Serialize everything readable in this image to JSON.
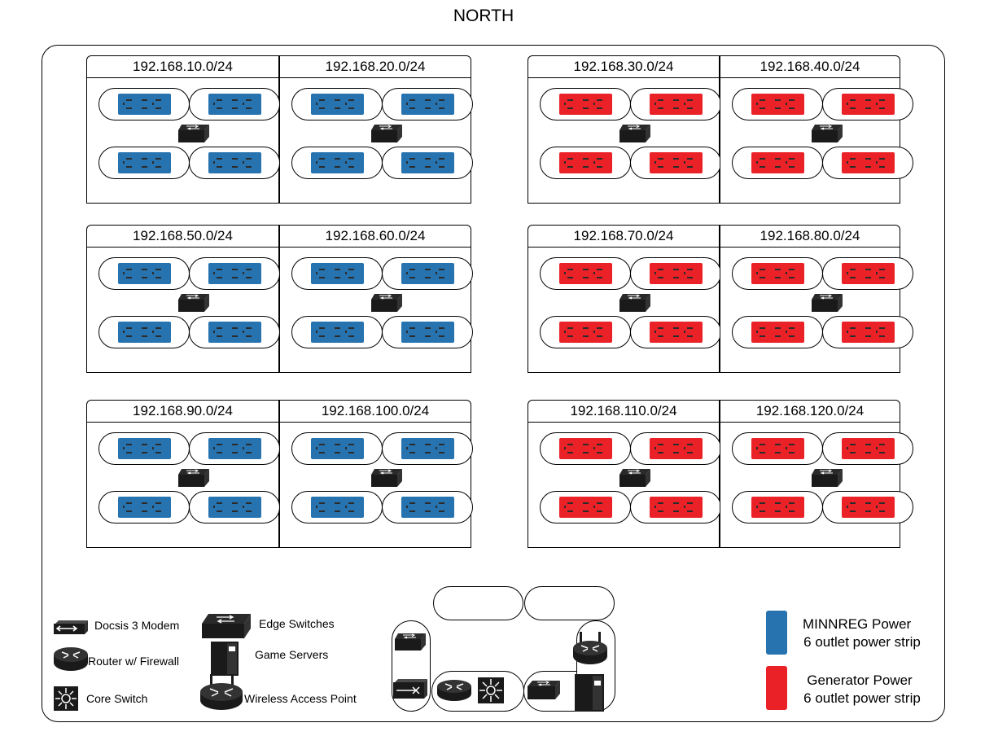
{
  "title": "NORTH",
  "colors": {
    "minnreg": "#2673b0",
    "generator": "#ea2227",
    "device": "#1a1a1a"
  },
  "tables": [
    {
      "label": "192.168.10.0/24",
      "power": "minnreg"
    },
    {
      "label": "192.168.20.0/24",
      "power": "minnreg"
    },
    {
      "label": "192.168.30.0/24",
      "power": "generator"
    },
    {
      "label": "192.168.40.0/24",
      "power": "generator"
    },
    {
      "label": "192.168.50.0/24",
      "power": "minnreg"
    },
    {
      "label": "192.168.60.0/24",
      "power": "minnreg"
    },
    {
      "label": "192.168.70.0/24",
      "power": "generator"
    },
    {
      "label": "192.168.80.0/24",
      "power": "generator"
    },
    {
      "label": "192.168.90.0/24",
      "power": "minnreg"
    },
    {
      "label": "192.168.100.0/24",
      "power": "minnreg"
    },
    {
      "label": "192.168.110.0/24",
      "power": "generator"
    },
    {
      "label": "192.168.120.0/24",
      "power": "generator"
    }
  ],
  "legend": {
    "modem": "Docsis 3 Modem",
    "edge_switch": "Edge Switches",
    "router": "Router w/ Firewall",
    "game_servers": "Game Servers",
    "core_switch": "Core Switch",
    "wap": "Wireless Access Point"
  },
  "power_legend": {
    "minnreg_line1": "MINNREG Power",
    "minnreg_line2": "6 outlet power strip",
    "generator_line1": "Generator Power",
    "generator_line2": "6 outlet power strip"
  }
}
